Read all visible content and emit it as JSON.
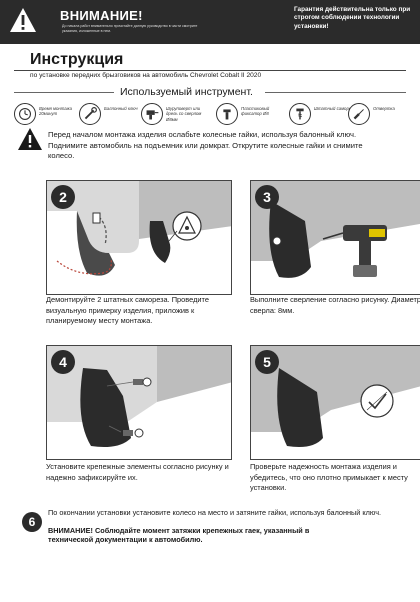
{
  "header": {
    "warning_title": "ВНИМАНИЕ!",
    "warning_text": "До начала работ внимательно прочитайте данную руководство в части смотрите указания, изложенные в нем.",
    "guarantee_text": "Гарантия действительна только при строгом соблюдении технологии установки!"
  },
  "title": "Инструкция",
  "subtitle": "по установке передних брызговиков на автомобиль Chevrolet Cobalt II 2020",
  "tools": {
    "title": "Используемый инструмент.",
    "items": [
      {
        "label": "Время монтажа 20минут",
        "icon": "clock-icon"
      },
      {
        "label": "Баллонный ключ",
        "icon": "wrench-icon"
      },
      {
        "label": "Шуруповерт или дрель со сверлом Ø8мм",
        "icon": "drill-icon"
      },
      {
        "label": "Пластиковый фиксатор Ø8",
        "icon": "clip-icon"
      },
      {
        "label": "Штатный саморез",
        "icon": "screw-icon"
      },
      {
        "label": "Отвертка",
        "icon": "screwdriver-icon"
      }
    ]
  },
  "notice": "Перед началом монтажа изделия ослабьте колесные гайки, используя балонный ключ. Поднимите автомобиль на подъемник или домкрат. Открутите колесные гайки и снимите колесо.",
  "steps": [
    {
      "number": "2",
      "caption": "Демонтируйте 2 штатных самореза. Проведите визуальную примерку изделия, приложив к планируемому месту монтажа."
    },
    {
      "number": "3",
      "caption": "Выполните сверление согласно рисунку. Диаметр сверла: 8мм."
    },
    {
      "number": "4",
      "caption": "Установите крепежные элементы согласно рисунку и надежно зафиксируйте их."
    },
    {
      "number": "5",
      "caption": "Проверьте надежность монтажа изделия и убедитесь, что оно плотно примыкает к месту установки."
    }
  ],
  "final": {
    "number": "6",
    "text": "По окончании установки установите колесо на место и затяните гайки, используя балонный ключ.",
    "warning": "ВНИМАНИЕ! Соблюдайте момент затяжки крепежных гаек, указанный в технической документации к автомобилю."
  }
}
